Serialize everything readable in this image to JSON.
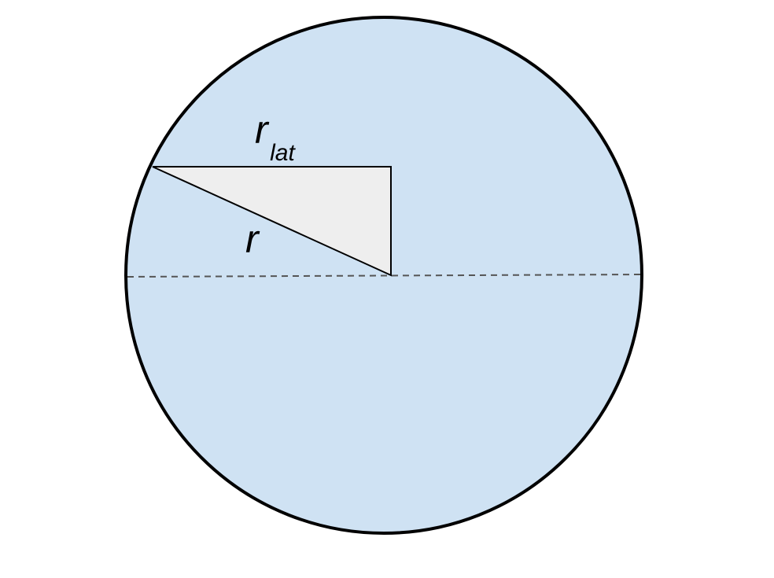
{
  "labels": {
    "r_lat_main": "r",
    "r_lat_sub": "lat",
    "radius": "r"
  },
  "colors": {
    "sphere_fill": "#cfe2f3",
    "triangle_fill": "#eeeeee",
    "outline": "#000000",
    "equator": "#555555"
  }
}
